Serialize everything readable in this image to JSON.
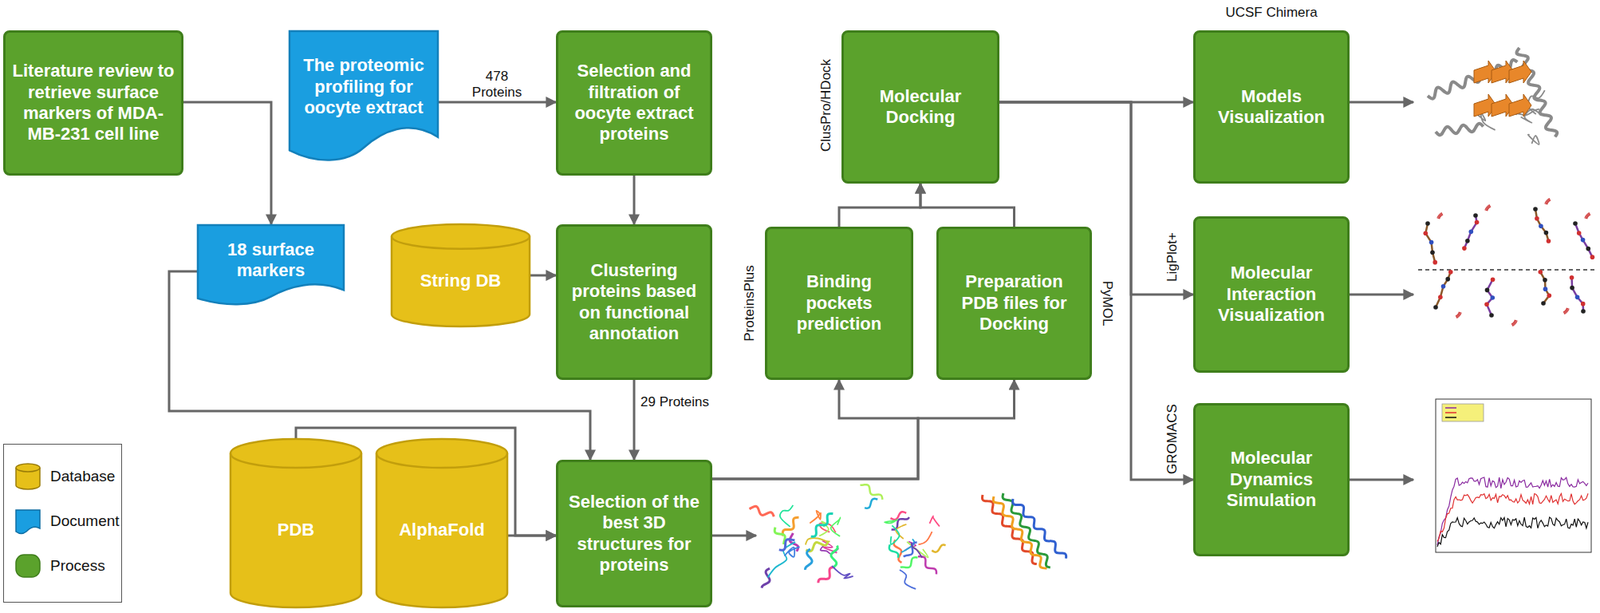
{
  "diagram": {
    "nodes": [
      {
        "text": [
          "Literature review to retrieve surface markers of MDA-MB-231 cell line"
        ]
      },
      {
        "text": [
          "The proteomic profiling for oocyte extract"
        ]
      },
      {
        "text": [
          "Selection and filtration of oocyte extract proteins"
        ]
      },
      {
        "text": [
          "18 surface markers"
        ]
      },
      {
        "text": [
          "String DB"
        ]
      },
      {
        "text": [
          "Clustering proteins based on functional annotation"
        ]
      },
      {
        "text": [
          "PDB"
        ]
      },
      {
        "text": [
          "AlphaFold"
        ]
      },
      {
        "text": [
          "Selection of the best 3D structures for proteins"
        ]
      },
      {
        "text": [
          "Binding pockets prediction"
        ]
      },
      {
        "text": [
          "Preparation PDB files for Docking"
        ]
      },
      {
        "text": [
          "Molecular Docking"
        ]
      },
      {
        "text": [
          "Models Visualization"
        ]
      },
      {
        "text": [
          "Molecular Interaction Visualization"
        ]
      },
      {
        "text": [
          "Molecular Dynamics Simulation"
        ]
      }
    ],
    "edges": [
      {
        "from": 0,
        "to": 3,
        "arrow": "to"
      },
      {
        "from": 1,
        "to": 2,
        "label": "478 Proteins",
        "arrow": "to"
      },
      {
        "from": 2,
        "to": 5,
        "arrow": "to"
      },
      {
        "from": 4,
        "to": 5,
        "arrow": "to"
      },
      {
        "from": 3,
        "to": 8,
        "arrow": "to"
      },
      {
        "from": 5,
        "to": 8,
        "label": "29 Proteins",
        "arrow": "to"
      },
      {
        "from": 6,
        "to": 8,
        "arrow": "to"
      },
      {
        "from": 7,
        "to": 8,
        "arrow": "to"
      },
      {
        "from": 8,
        "to": 9,
        "arrow": "to"
      },
      {
        "from": 8,
        "to": 10,
        "arrow": "to"
      },
      {
        "from": 9,
        "to": 11,
        "arrow": "to"
      },
      {
        "from": 10,
        "to": 11,
        "arrow": "to"
      },
      {
        "from": 11,
        "to": 12,
        "arrow": "to"
      },
      {
        "from": 11,
        "to": 13,
        "arrow": "to"
      },
      {
        "from": 11,
        "to": 14,
        "arrow": "to"
      }
    ],
    "labels": [
      "UCSF Chimera",
      "ClusPro/HDock",
      "ProteinsPlus",
      "PyMOL",
      "LigPlot+",
      "GROMACS"
    ],
    "legend": [
      {
        "text": "Database",
        "color": "#e6c019"
      },
      {
        "text": "Document",
        "color": "#1a9ee0"
      },
      {
        "text": "Process",
        "color": "#5ba22c"
      }
    ]
  }
}
